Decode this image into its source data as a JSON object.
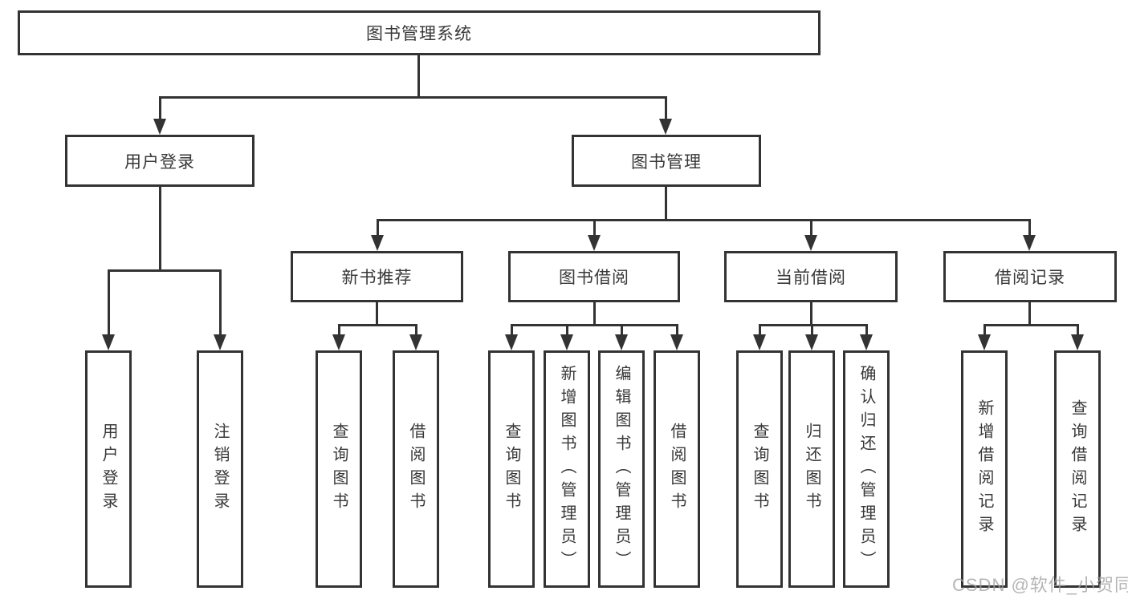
{
  "colors": {
    "line": "#333333",
    "box_border": "#333333",
    "box_fill": "#ffffff",
    "text": "#383838",
    "watermark": "#a0a0a0"
  },
  "root": {
    "label": "图书管理系统"
  },
  "user_branch": {
    "label": "用户登录",
    "leaves": [
      {
        "label": "用户登录"
      },
      {
        "label": "注销登录"
      }
    ]
  },
  "book_branch": {
    "label": "图书管理",
    "groups": [
      {
        "label": "新书推荐",
        "leaves": [
          {
            "label": "查询图书"
          },
          {
            "label": "借阅图书"
          }
        ]
      },
      {
        "label": "图书借阅",
        "leaves": [
          {
            "label": "查询图书"
          },
          {
            "label": "新增图书（管理员）"
          },
          {
            "label": "编辑图书（管理员）"
          },
          {
            "label": "借阅图书"
          }
        ]
      },
      {
        "label": "当前借阅",
        "leaves": [
          {
            "label": "查询图书"
          },
          {
            "label": "归还图书"
          },
          {
            "label": "确认归还（管理员）"
          }
        ]
      },
      {
        "label": "借阅记录",
        "leaves": [
          {
            "label": "新增借阅记录"
          },
          {
            "label": "查询借阅记录"
          }
        ]
      }
    ]
  },
  "watermark": {
    "text": "CSDN @软件_小贺同学"
  }
}
